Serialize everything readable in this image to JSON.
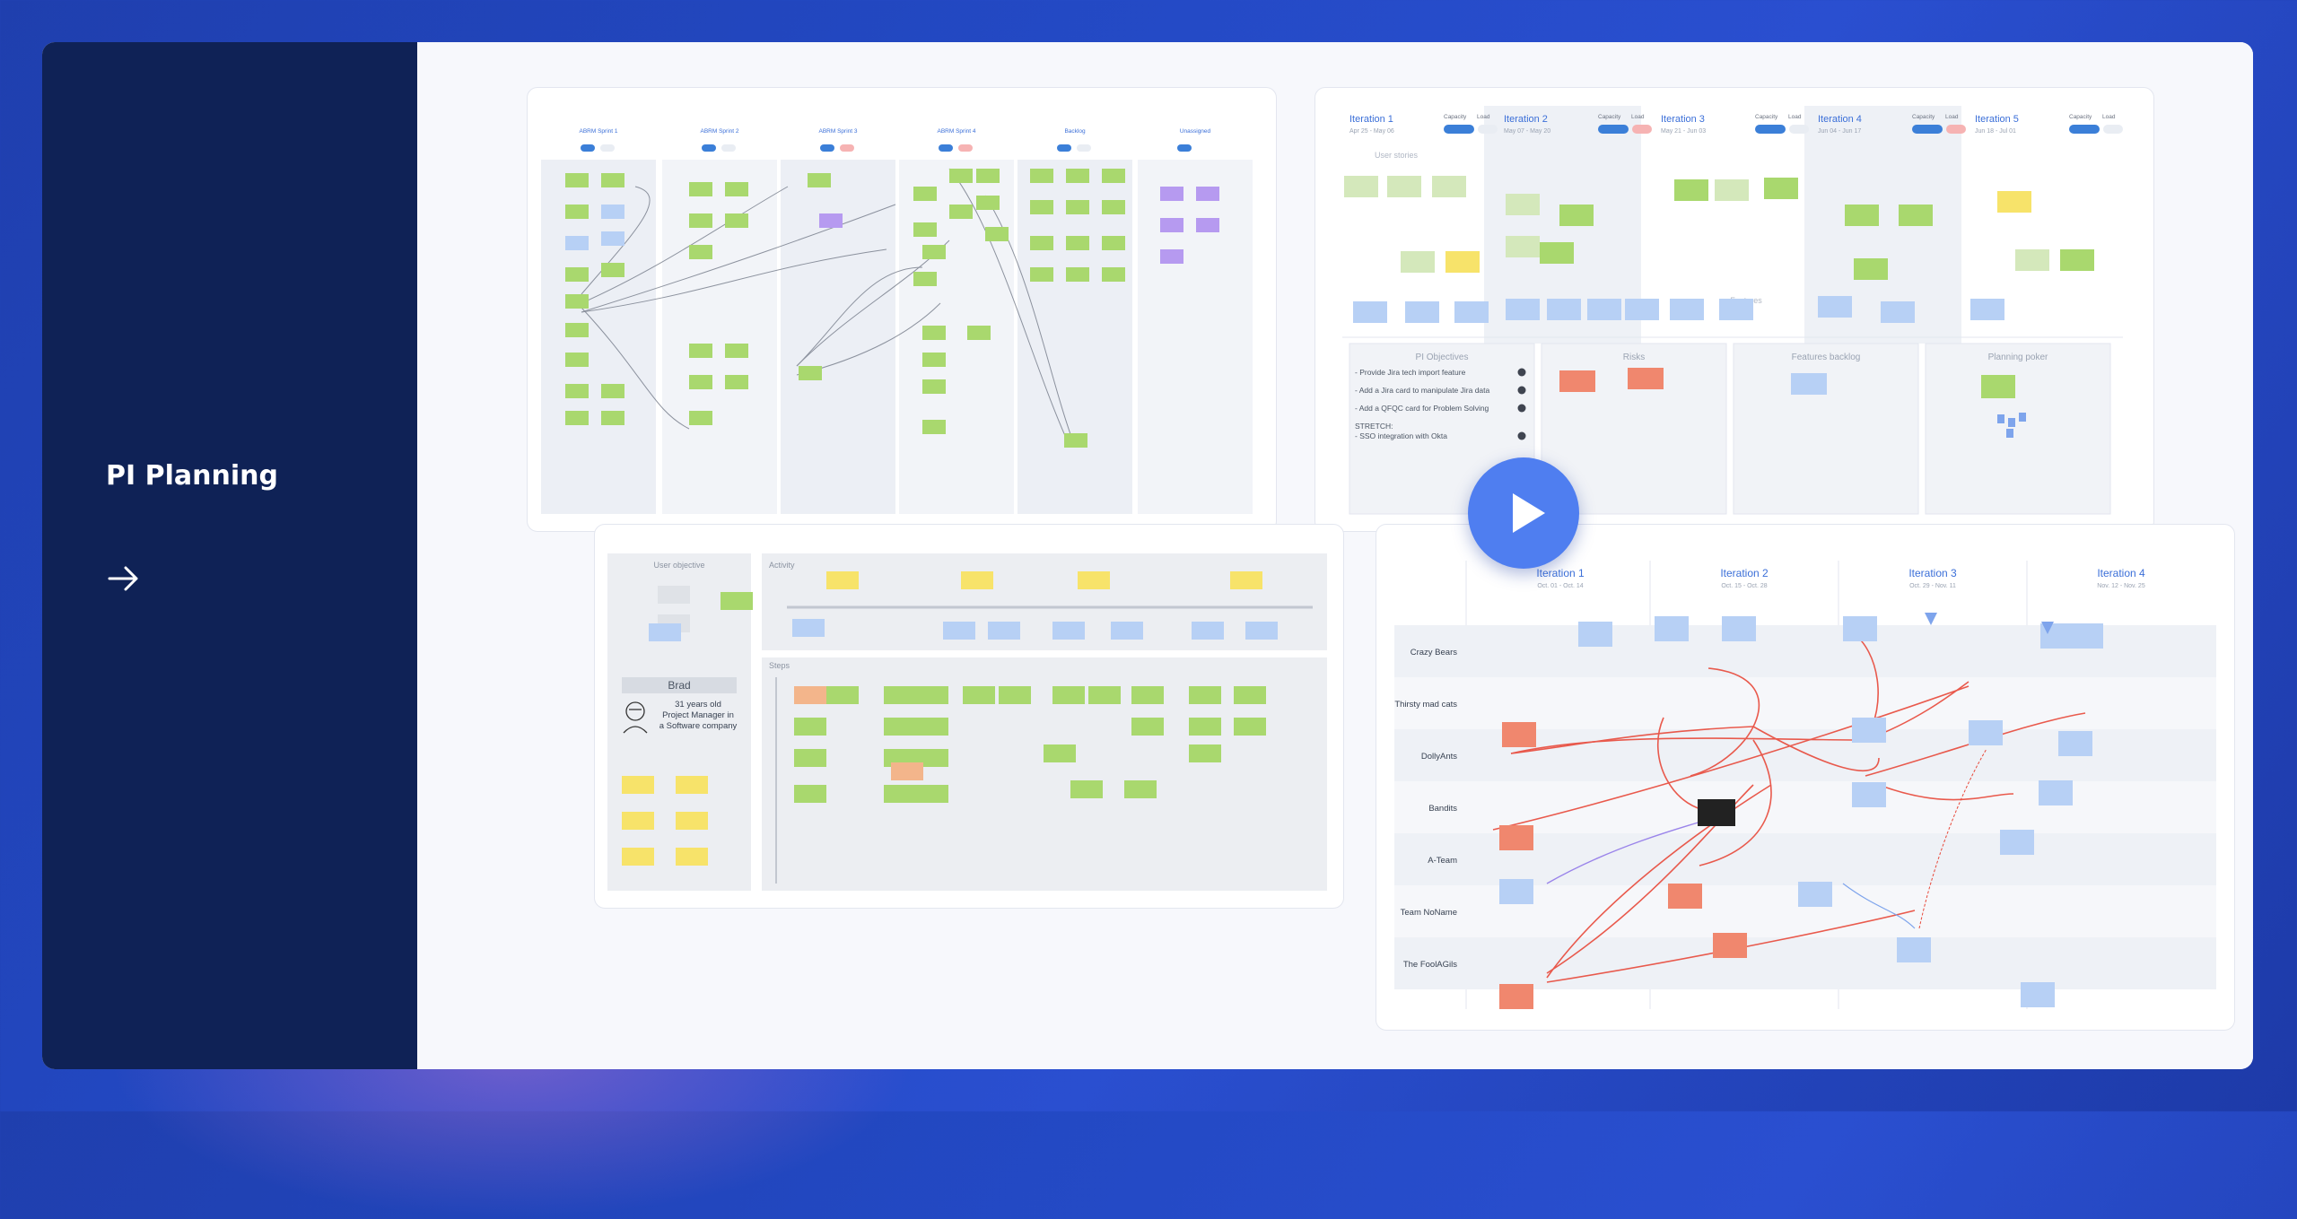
{
  "sidebar": {
    "title": "PI Planning",
    "arrow_icon": "arrow-right-icon"
  },
  "video": {
    "play_icon": "play-icon"
  },
  "board1": {
    "columns": [
      "ABRM Sprint 1",
      "ABRM Sprint 2",
      "ABRM Sprint 3",
      "ABRM Sprint 4",
      "Backlog",
      "Unassigned"
    ]
  },
  "board2": {
    "iterations": [
      {
        "name": "Iteration 1",
        "dates": "Apr 25 - May 06"
      },
      {
        "name": "Iteration 2",
        "dates": "May 07 - May 20"
      },
      {
        "name": "Iteration 3",
        "dates": "May 21 - Jun 03"
      },
      {
        "name": "Iteration 4",
        "dates": "Jun 04 - Jun 17"
      },
      {
        "name": "Iteration 5",
        "dates": "Jun 18 - Jul 01"
      }
    ],
    "capacity_label": "Capacity",
    "load_label": "Load",
    "sections": [
      "User stories",
      "Features",
      "PI Objectives",
      "Risks",
      "Features backlog",
      "Planning poker"
    ],
    "objectives": [
      "- Provide Jira tech import feature",
      "- Add a Jira card to manipulate Jira data",
      "- Add a QFQC card for Problem Solving",
      "STRETCH:",
      "- SSO integration with Okta"
    ]
  },
  "board3": {
    "user_objective": "User objective",
    "activity": "Activity",
    "steps": "Steps",
    "persona_name": "Brad",
    "persona_desc_1": "31 years old",
    "persona_desc_2": "Project Manager in",
    "persona_desc_3": "a Software company"
  },
  "board4": {
    "iterations": [
      {
        "name": "Iteration 1",
        "dates": "Oct. 01 - Oct. 14"
      },
      {
        "name": "Iteration 2",
        "dates": "Oct. 15 - Oct. 28"
      },
      {
        "name": "Iteration 3",
        "dates": "Oct. 29 - Nov. 11"
      },
      {
        "name": "Iteration 4",
        "dates": "Nov. 12 - Nov. 25"
      }
    ],
    "teams": [
      "Crazy Bears",
      "Thirsty mad cats",
      "DollyAnts",
      "Bandits",
      "A-Team",
      "Team NoName",
      "The FoolAGils"
    ]
  },
  "colors": {
    "accent": "#4f7ef0",
    "sidebar": "#0f2256",
    "green": "#a9d86e",
    "blue": "#b7d0f5",
    "red": "#f0876e",
    "yellow": "#f7e36a",
    "purple": "#b69af0"
  }
}
